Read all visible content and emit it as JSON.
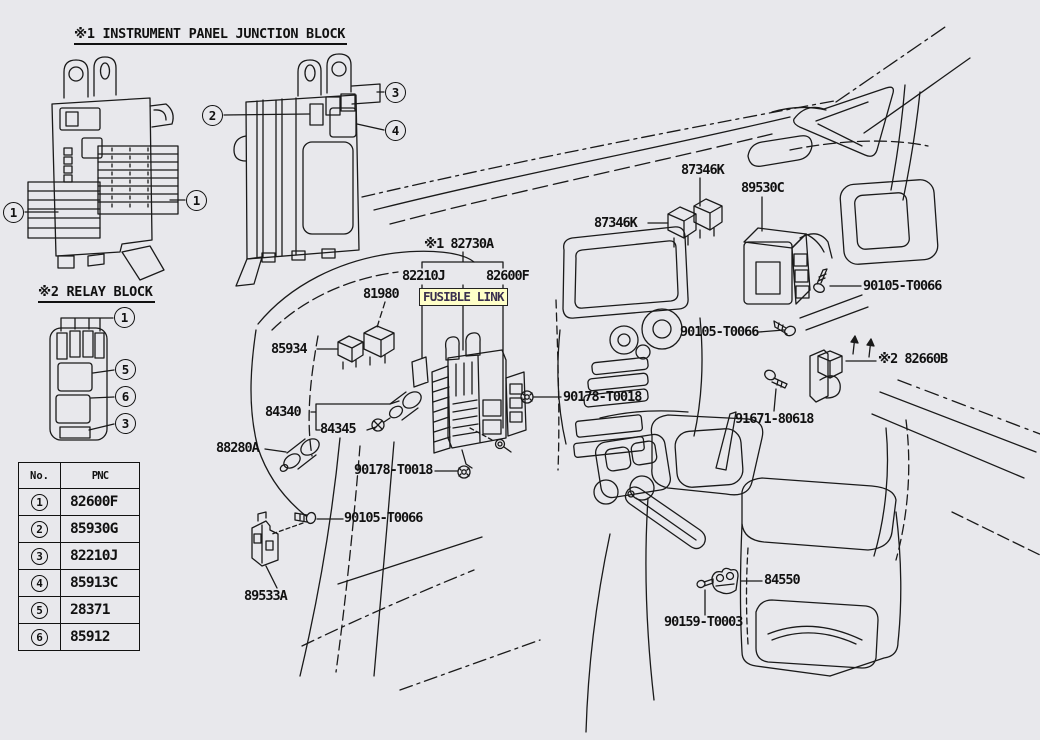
{
  "titles": {
    "junction_block": "※1 INSTRUMENT PANEL JUNCTION BLOCK",
    "relay_block": "※2 RELAY BLOCK"
  },
  "fusible": {
    "label": "FUSIBLE LINK",
    "bg": "#ffffc8"
  },
  "callouts": {
    "jb1_a": "1",
    "jb1_b": "1",
    "jb2_2": "2",
    "jb2_3": "3",
    "jb2_4": "4",
    "rb_1": "1",
    "rb_5": "5",
    "rb_6": "6",
    "rb_3": "3"
  },
  "parts": {
    "l87346k_a": "87346K",
    "l89530c": "89530C",
    "l87346k_b": "87346K",
    "l82730a": "※1 82730A",
    "l82210j": "82210J",
    "l82600f": "82600F",
    "l81980": "81980",
    "l85934": "85934",
    "l90105_a": "90105-T0066",
    "l90105_b": "90105-T0066",
    "l82660b": "※2 82660B",
    "l90178_a": "90178-T0018",
    "l91671": "91671-80618",
    "l84340": "84340",
    "l84345": "84345",
    "l88280a": "88280A",
    "l90178_b": "90178-T0018",
    "l90105_c": "90105-T0066",
    "l89533a": "89533A",
    "l84550": "84550",
    "l90159": "90159-T0003"
  },
  "table": {
    "no_header": "No.",
    "pnc_header": "PNC",
    "rows": [
      {
        "no": "1",
        "pnc": "82600F"
      },
      {
        "no": "2",
        "pnc": "85930G"
      },
      {
        "no": "3",
        "pnc": "82210J"
      },
      {
        "no": "4",
        "pnc": "85913C"
      },
      {
        "no": "5",
        "pnc": "28371"
      },
      {
        "no": "6",
        "pnc": "85912"
      }
    ]
  },
  "colors": {
    "background": "#e8e8ec",
    "ink": "#111111"
  }
}
